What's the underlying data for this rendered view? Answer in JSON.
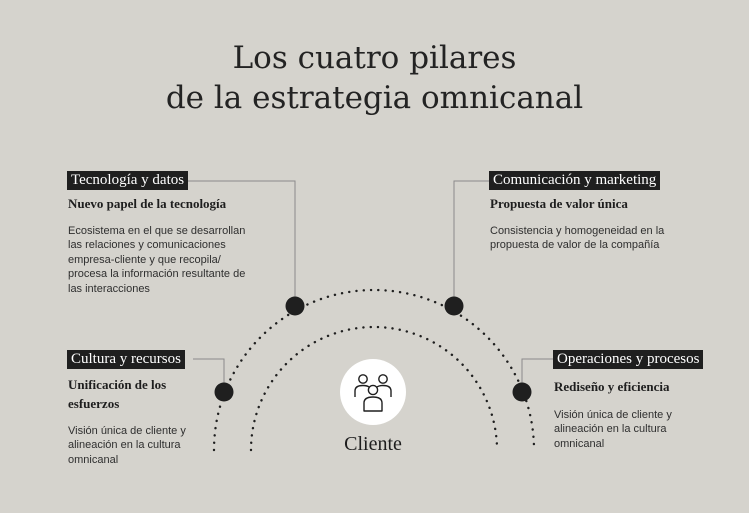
{
  "title": {
    "line1": "Los cuatro pilares",
    "line2": "de la estrategia omnicanal"
  },
  "pillars": [
    {
      "tag": "Tecnología y datos",
      "subtitle": "Nuevo papel de la tecnología",
      "description": "Ecosistema en el que se desarrollan las relaciones y comunicaciones empresa-cliente y que recopila/ procesa la información resultante de las interacciones"
    },
    {
      "tag": "Comunicación y marketing",
      "subtitle": "Propuesta de valor única",
      "description": "Consistencia y homogeneidad en la propuesta de valor de la compañía"
    },
    {
      "tag": "Cultura y recursos",
      "subtitle": "Unificación de los esfuerzos",
      "description": "Visión única de cliente y alineación en la cultura omnicanal"
    },
    {
      "tag": "Operaciones y procesos",
      "subtitle": "Rediseño y eficiencia",
      "description": "Visión única de cliente y alineación en la cultura omnicanal"
    }
  ],
  "center": {
    "label": "Cliente",
    "icon": "people-group-icon"
  },
  "colors": {
    "background": "#d5d3cd",
    "dark": "#1f1f1f",
    "connector": "#8a8a8a"
  }
}
